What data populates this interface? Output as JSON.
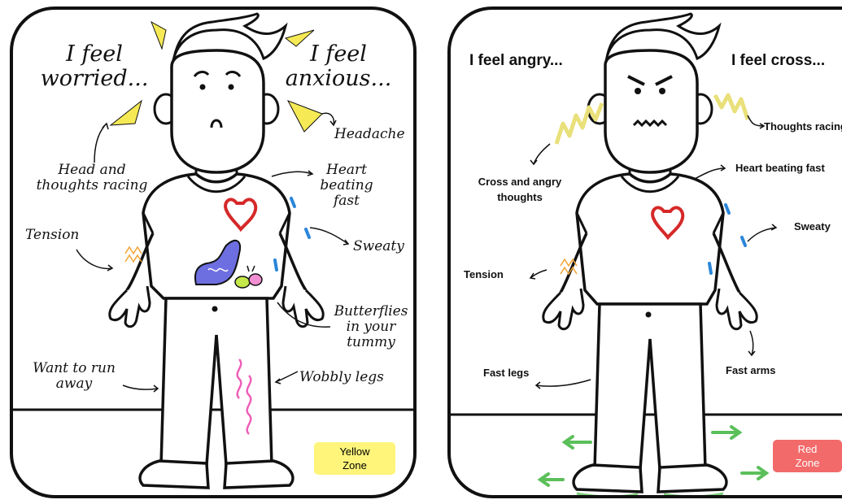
{
  "left_panel": {
    "heading_left": [
      "I feel",
      "worried..."
    ],
    "heading_right": [
      "I feel",
      "anxious..."
    ],
    "labels": {
      "head_thoughts": [
        "Head and",
        "thoughts racing"
      ],
      "tension": "Tension",
      "run_away": [
        "Want to run",
        "away"
      ],
      "headache": "Headache",
      "heart": [
        "Heart",
        "beating",
        "fast"
      ],
      "sweaty": "Sweaty",
      "butterflies": [
        "Butterflies",
        "in your",
        "tummy"
      ],
      "wobbly": "Wobbly legs"
    },
    "zone": {
      "label": [
        "Yellow",
        "Zone"
      ],
      "color": "#fef57a"
    }
  },
  "right_panel": {
    "heading_left": "I feel angry...",
    "heading_right": "I feel cross...",
    "labels": {
      "cross_thoughts": [
        "Cross and angry",
        "thoughts"
      ],
      "tension": "Tension",
      "fast_legs": "Fast legs",
      "thoughts_racing": "Thoughts racing",
      "heart": "Heart beating fast",
      "sweaty": "Sweaty",
      "fast_arms": "Fast arms"
    },
    "zone": {
      "label": [
        "Red",
        "Zone"
      ],
      "color": "#f26a6a"
    }
  },
  "colors": {
    "outline": "#111111",
    "heart": "#d62828",
    "sweat": "#2b86d9",
    "yellow": "#f5ea55",
    "stomach": "#6d6ee0",
    "wobble": "#ee5fb8",
    "movement": "#7fd07a"
  }
}
